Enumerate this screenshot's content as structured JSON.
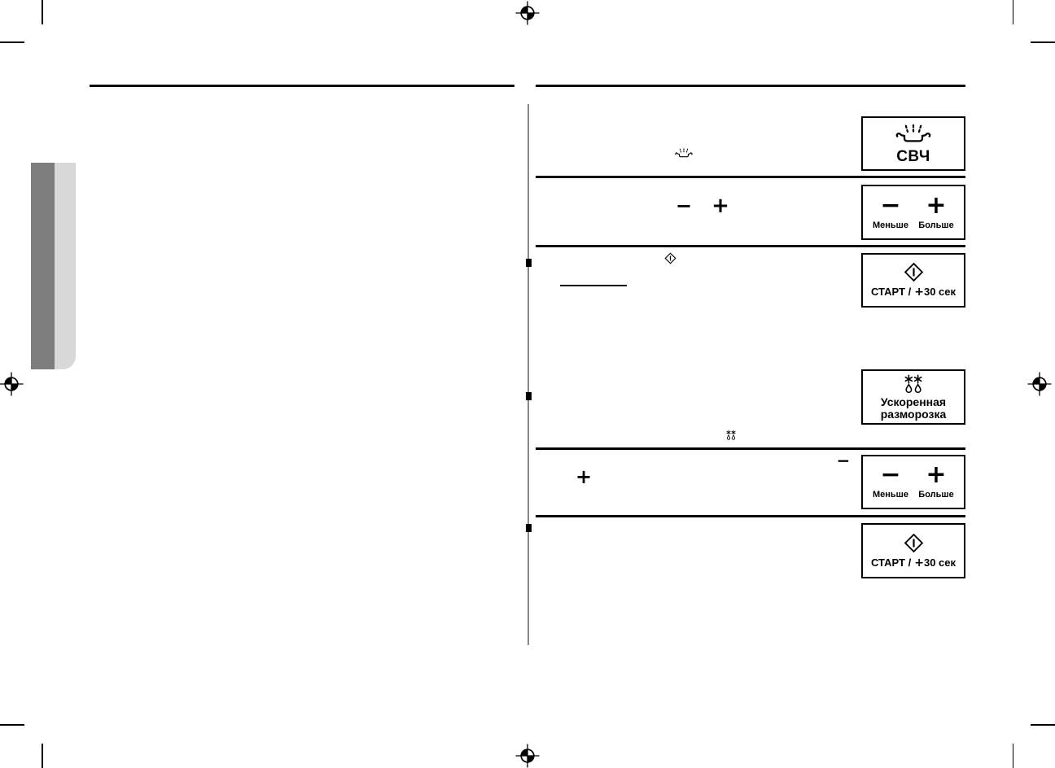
{
  "document": {
    "kind": "microwave-oven user manual page (Russian)",
    "visible_text_note": "body copy not rendered in scan; only rules, icons and button illustrations visible"
  },
  "symbols": {
    "minus": "−",
    "plus": "+"
  },
  "buttons": {
    "microwave": {
      "label": "СВЧ",
      "icon": "steam-over-dish"
    },
    "power_level": {
      "minus_label": "Меньше",
      "plus_label": "Больше"
    },
    "start": {
      "prefix": "СТАРТ /",
      "plus": "+",
      "suffix": "30 сек",
      "icon": "diamond-power"
    },
    "defrost": {
      "label_line1": "Ускоренная",
      "label_line2": "разморозка",
      "icon": "snowflakes-over-droplets"
    }
  },
  "icons": {
    "registration_mark": "crosshair-target",
    "crop_mark": "corner-trim-line",
    "section_marker": "small-black-square"
  },
  "colors": {
    "paper": "#ffffff",
    "ink": "#000000",
    "tab_dark": "#7d7d7d",
    "tab_light": "#d8d8d8",
    "divider_gray": "#8a8a8a"
  }
}
